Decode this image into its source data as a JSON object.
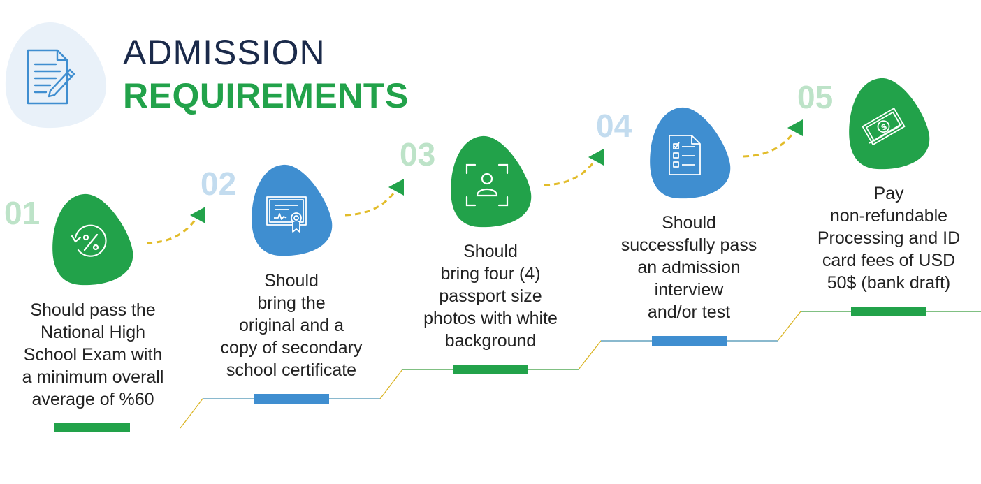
{
  "title": {
    "line1": "ADMISSION",
    "line2": "REQUIREMENTS"
  },
  "colors": {
    "green": "#22a24a",
    "blue": "#3f8ed0",
    "navy": "#1b2a4a",
    "arrow": "#e2bc2a",
    "light_green": "#bde3c8",
    "light_blue": "#c3dcef",
    "header_blob": "#e9f1f9"
  },
  "steps": [
    {
      "number": "01",
      "icon": "percent-cycle-icon",
      "color": "green",
      "lines": [
        "Should pass the",
        "National High",
        "School Exam with",
        "a minimum overall",
        "average of %60"
      ]
    },
    {
      "number": "02",
      "icon": "certificate-icon",
      "color": "blue",
      "lines": [
        "Should",
        "bring the",
        "original and a",
        "copy of secondary",
        "school certificate"
      ]
    },
    {
      "number": "03",
      "icon": "passport-photo-icon",
      "color": "green",
      "lines": [
        "Should",
        "bring four (4)",
        "passport size",
        "photos with white",
        "background"
      ]
    },
    {
      "number": "04",
      "icon": "checklist-document-icon",
      "color": "blue",
      "lines": [
        "Should",
        "successfully pass",
        "an admission",
        "interview",
        "and/or test"
      ]
    },
    {
      "number": "05",
      "icon": "money-bill-icon",
      "color": "green",
      "lines": [
        "Pay",
        "non-refundable",
        "Processing and ID",
        "card fees of USD",
        "50$ (bank draft)"
      ]
    }
  ]
}
